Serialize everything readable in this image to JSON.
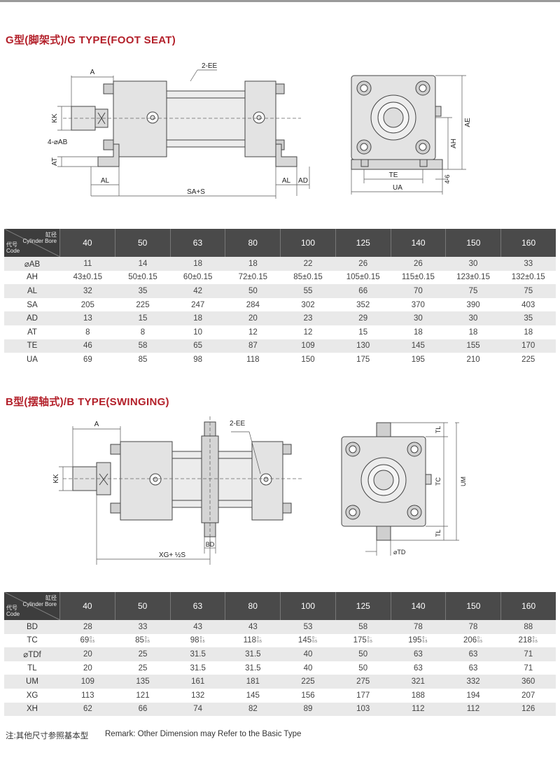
{
  "g_type": {
    "title": "G型(脚架式)/G TYPE(FOOT SEAT)",
    "drawing_labels": {
      "a": "A",
      "ee": "2-EE",
      "kk": "KK",
      "ab": "4-⌀AB",
      "at": "AT",
      "al_left": "AL",
      "sa_s": "SA+S",
      "al_right": "AL",
      "ad": "AD",
      "ae": "AE",
      "ah": "AH",
      "te": "TE",
      "ua": "UA",
      "t46": "4-6"
    },
    "table": {
      "corner_top": "缸径",
      "corner_top_en": "Cylinder Bore",
      "corner_bottom": "代号",
      "corner_bottom_en": "Code",
      "columns": [
        "40",
        "50",
        "63",
        "80",
        "100",
        "125",
        "140",
        "150",
        "160"
      ],
      "rows": [
        {
          "label": "⌀AB",
          "values": [
            "11",
            "14",
            "18",
            "18",
            "22",
            "26",
            "26",
            "30",
            "33"
          ]
        },
        {
          "label": "AH",
          "values": [
            "43±0.15",
            "50±0.15",
            "60±0.15",
            "72±0.15",
            "85±0.15",
            "105±0.15",
            "115±0.15",
            "123±0.15",
            "132±0.15"
          ]
        },
        {
          "label": "AL",
          "values": [
            "32",
            "35",
            "42",
            "50",
            "55",
            "66",
            "70",
            "75",
            "75"
          ]
        },
        {
          "label": "SA",
          "values": [
            "205",
            "225",
            "247",
            "284",
            "302",
            "352",
            "370",
            "390",
            "403"
          ]
        },
        {
          "label": "AD",
          "values": [
            "13",
            "15",
            "18",
            "20",
            "23",
            "29",
            "30",
            "30",
            "35"
          ]
        },
        {
          "label": "AT",
          "values": [
            "8",
            "8",
            "10",
            "12",
            "12",
            "15",
            "18",
            "18",
            "18"
          ]
        },
        {
          "label": "TE",
          "values": [
            "46",
            "58",
            "65",
            "87",
            "109",
            "130",
            "145",
            "155",
            "170"
          ]
        },
        {
          "label": "UA",
          "values": [
            "69",
            "85",
            "98",
            "118",
            "150",
            "175",
            "195",
            "210",
            "225"
          ]
        }
      ]
    }
  },
  "b_type": {
    "title": "B型(摆轴式)/B TYPE(SWINGING)",
    "drawing_labels": {
      "a": "A",
      "ee": "2-EE",
      "kk": "KK",
      "bd": "BD",
      "xg": "XG+ ½S",
      "tl_top": "TL",
      "tc": "TC",
      "um": "UM",
      "tl_bottom": "TL",
      "td": "⌀TD"
    },
    "table": {
      "corner_top": "缸径",
      "corner_top_en": "Cylinder Bore",
      "corner_bottom": "代号",
      "corner_bottom_en": "Code",
      "columns": [
        "40",
        "50",
        "63",
        "80",
        "100",
        "125",
        "140",
        "150",
        "160"
      ],
      "rows": [
        {
          "label": "BD",
          "values": [
            "28",
            "33",
            "43",
            "43",
            "53",
            "58",
            "78",
            "78",
            "88"
          ]
        },
        {
          "label": "TC",
          "values": [
            "69",
            "85",
            "98",
            "118",
            "145",
            "175",
            "195",
            "206",
            "218"
          ],
          "tol": "0 -0.5"
        },
        {
          "label": "⌀TDf",
          "values": [
            "20",
            "25",
            "31.5",
            "31.5",
            "40",
            "50",
            "63",
            "63",
            "71"
          ]
        },
        {
          "label": "TL",
          "values": [
            "20",
            "25",
            "31.5",
            "31.5",
            "40",
            "50",
            "63",
            "63",
            "71"
          ]
        },
        {
          "label": "UM",
          "values": [
            "109",
            "135",
            "161",
            "181",
            "225",
            "275",
            "321",
            "332",
            "360"
          ]
        },
        {
          "label": "XG",
          "values": [
            "113",
            "121",
            "132",
            "145",
            "156",
            "177",
            "188",
            "194",
            "207"
          ]
        },
        {
          "label": "XH",
          "values": [
            "62",
            "66",
            "74",
            "82",
            "89",
            "103",
            "112",
            "112",
            "126"
          ]
        }
      ]
    }
  },
  "remark": {
    "cn": "注:其他尺寸参照基本型",
    "en": "Remark: Other Dimension may Refer to the Basic Type"
  }
}
